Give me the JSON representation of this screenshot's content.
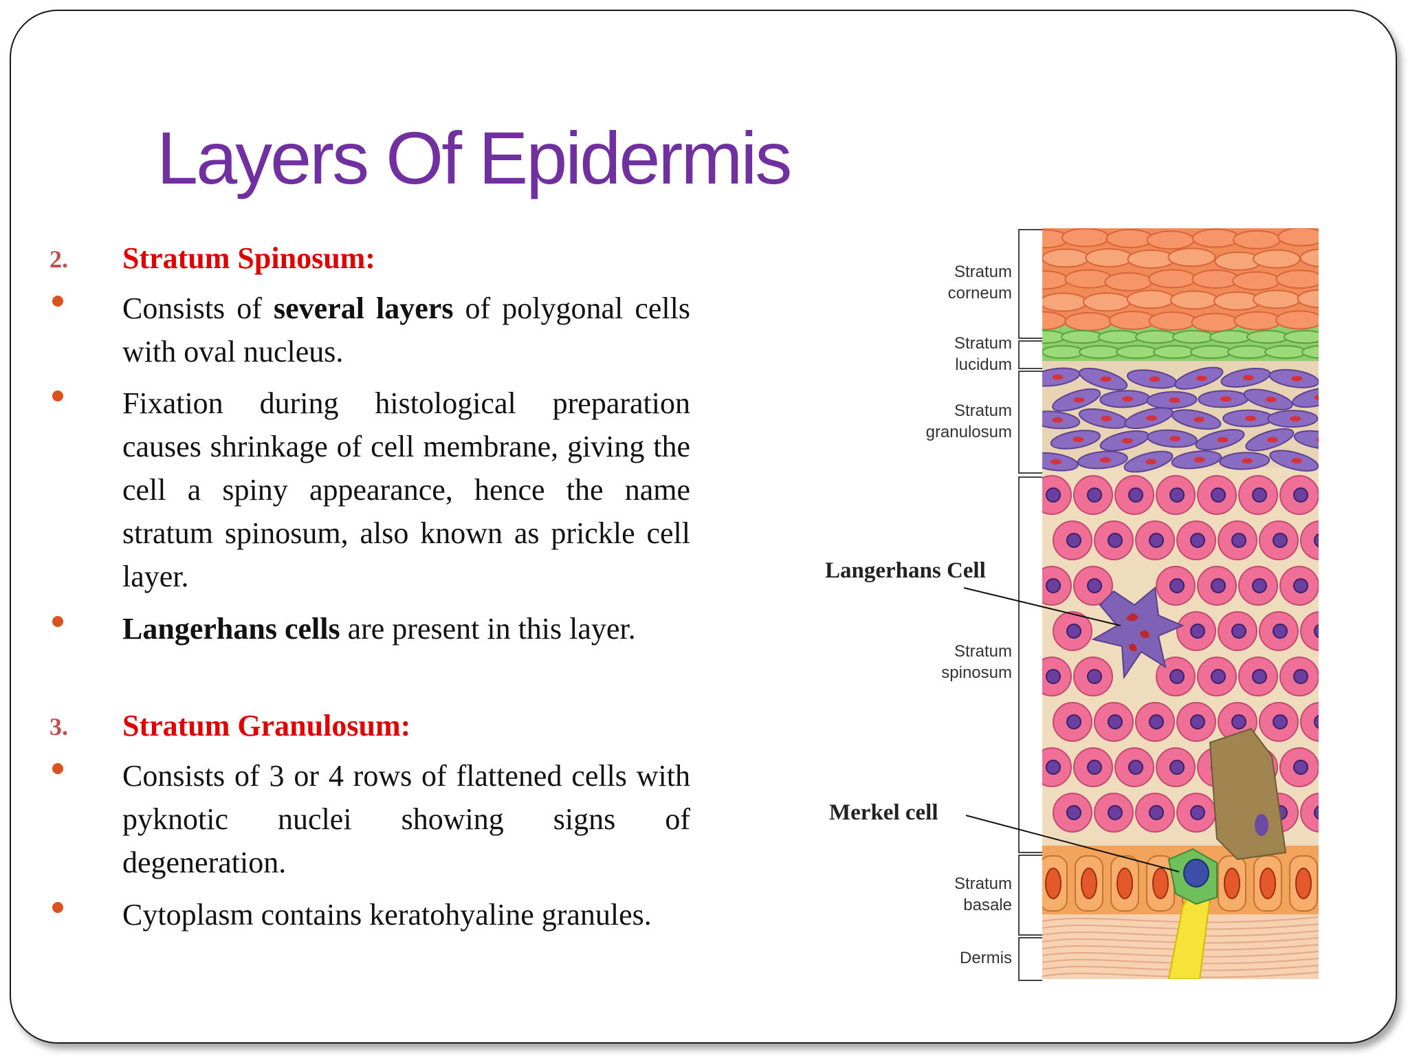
{
  "slide": {
    "title": "Layers Of Epidermis",
    "accent_colors": {
      "title": "#7030a0",
      "heading": "#e00000",
      "bullet": "#d9531e"
    }
  },
  "sections": [
    {
      "number": "2.",
      "heading": "Stratum Spinosum:",
      "bullets": [
        {
          "parts": [
            "Consists of ",
            "several layers",
            " of polygonal cells with oval nucleus."
          ]
        },
        {
          "parts": [
            "Fixation during histological preparation causes shrinkage of cell membrane, giving the cell a spiny appearance, hence the name stratum spinosum, also known as prickle cell layer."
          ]
        },
        {
          "parts": [
            "",
            "Langerhans cells",
            " are present in this layer."
          ]
        }
      ]
    },
    {
      "number": "3.",
      "heading": "Stratum Granulosum:",
      "bullets": [
        {
          "parts": [
            "Consists of 3 or 4 rows of flattened cells with pyknotic nuclei showing signs of degeneration."
          ]
        },
        {
          "parts": [
            "Cytoplasm contains keratohyaline granules."
          ]
        }
      ]
    }
  ],
  "figure": {
    "layer_labels": {
      "corneum": "Stratum\ncorneum",
      "lucidum": "Stratum\nlucidum",
      "granulosum": "Stratum\ngranulosum",
      "spinosum": "Stratum\nspinosum",
      "basale": "Stratum\nbasale",
      "dermis": "Dermis"
    },
    "callouts": {
      "langerhans": "Langerhans Cell",
      "merkel": "Merkel cell"
    }
  }
}
